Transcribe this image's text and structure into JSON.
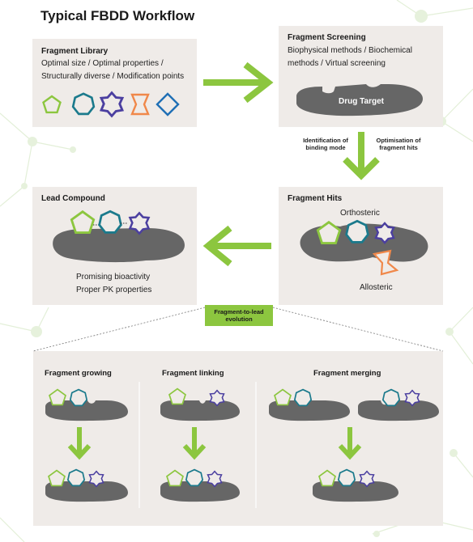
{
  "title": "Typical FBDD Workflow",
  "colors": {
    "green": "#8cc63f",
    "teal": "#1b7a8c",
    "purple": "#4b3fa0",
    "orange": "#f0884a",
    "blue": "#1f6fb5",
    "target_gray": "#666666",
    "panel": "#efebe8"
  },
  "fragment_library": {
    "title": "Fragment Library",
    "lines": [
      "Optimal size / Optimal properties /",
      "Structurally diverse / Modification points"
    ]
  },
  "fragment_screening": {
    "title": "Fragment Screening",
    "lines": [
      "Biophysical methods / Biochemical",
      "methods / Virtual screening"
    ],
    "target_label": "Drug Target"
  },
  "screening_to_hits": {
    "left_label": [
      "Identification of",
      "binding mode"
    ],
    "right_label": [
      "Optimisation of",
      "fragment hits"
    ]
  },
  "fragment_hits": {
    "title": "Fragment Hits",
    "orthosteric": "Orthosteric",
    "allosteric": "Allosteric"
  },
  "lead_compound": {
    "title": "Lead Compound",
    "lines": [
      "Promising bioactivity",
      "Proper PK properties"
    ]
  },
  "evolution_badge": [
    "Fragment-to-lead",
    "evolution"
  ],
  "strategies": {
    "growing": "Fragment growing",
    "linking": "Fragment linking",
    "merging": "Fragment merging"
  }
}
